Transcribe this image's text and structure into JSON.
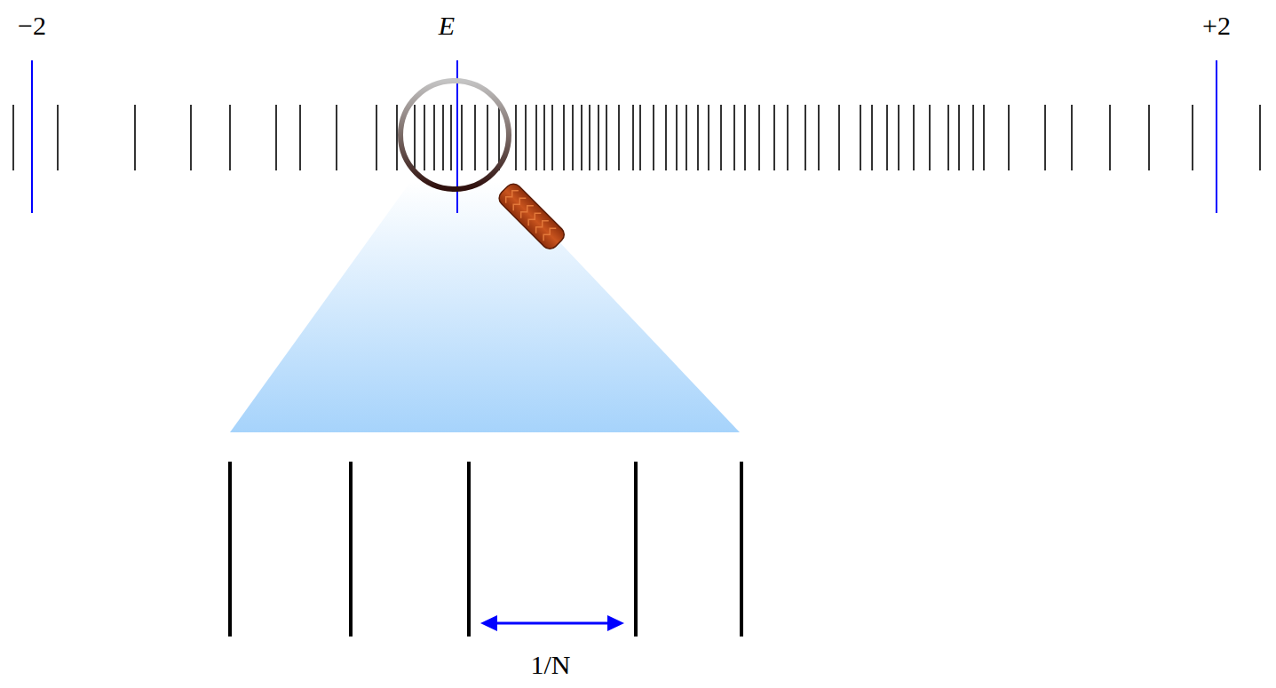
{
  "diagram": {
    "labels": [
      "−2",
      "E",
      "+2",
      "1/N"
    ]
  }
}
